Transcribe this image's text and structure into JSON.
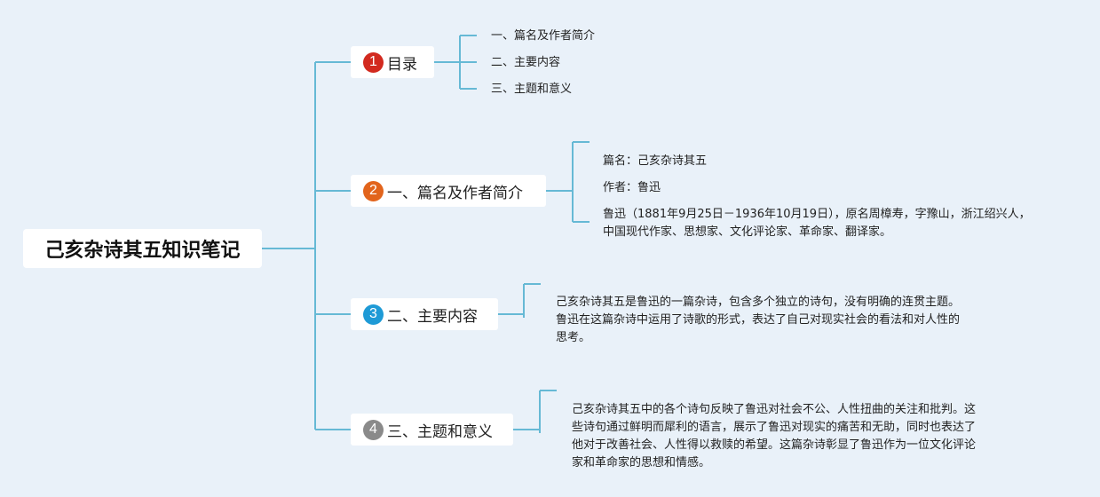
{
  "root": {
    "title": "己亥杂诗其五知识笔记"
  },
  "colors": {
    "background": "#e9f1f9",
    "connector": "#66b9d5",
    "badge1": "#d22a1f",
    "badge2": "#e2641c",
    "badge3": "#1e9ad6",
    "badge4": "#8a8a8a"
  },
  "branches": [
    {
      "badge": "1",
      "label": "目录",
      "children": [
        "一、篇名及作者简介",
        "二、主要内容",
        "三、主题和意义"
      ]
    },
    {
      "badge": "2",
      "label": "一、篇名及作者简介",
      "children": [
        "篇名：己亥杂诗其五",
        "作者：鲁迅",
        "鲁迅（1881年9月25日－1936年10月19日），原名周樟寿，字豫山，浙江绍兴人，",
        "中国现代作家、思想家、文化评论家、革命家、翻译家。"
      ]
    },
    {
      "badge": "3",
      "label": "二、主要内容",
      "children": [
        "己亥杂诗其五是鲁迅的一篇杂诗，包含多个独立的诗句，没有明确的连贯主题。",
        "鲁迅在这篇杂诗中运用了诗歌的形式，表达了自己对现实社会的看法和对人性的",
        "思考。"
      ]
    },
    {
      "badge": "4",
      "label": "三、主题和意义",
      "children": [
        "己亥杂诗其五中的各个诗句反映了鲁迅对社会不公、人性扭曲的关注和批判。这",
        "些诗句通过鲜明而犀利的语言，展示了鲁迅对现实的痛苦和无助，同时也表达了",
        "他对于改善社会、人性得以救赎的希望。这篇杂诗彰显了鲁迅作为一位文化评论",
        "家和革命家的思想和情感。"
      ]
    }
  ]
}
